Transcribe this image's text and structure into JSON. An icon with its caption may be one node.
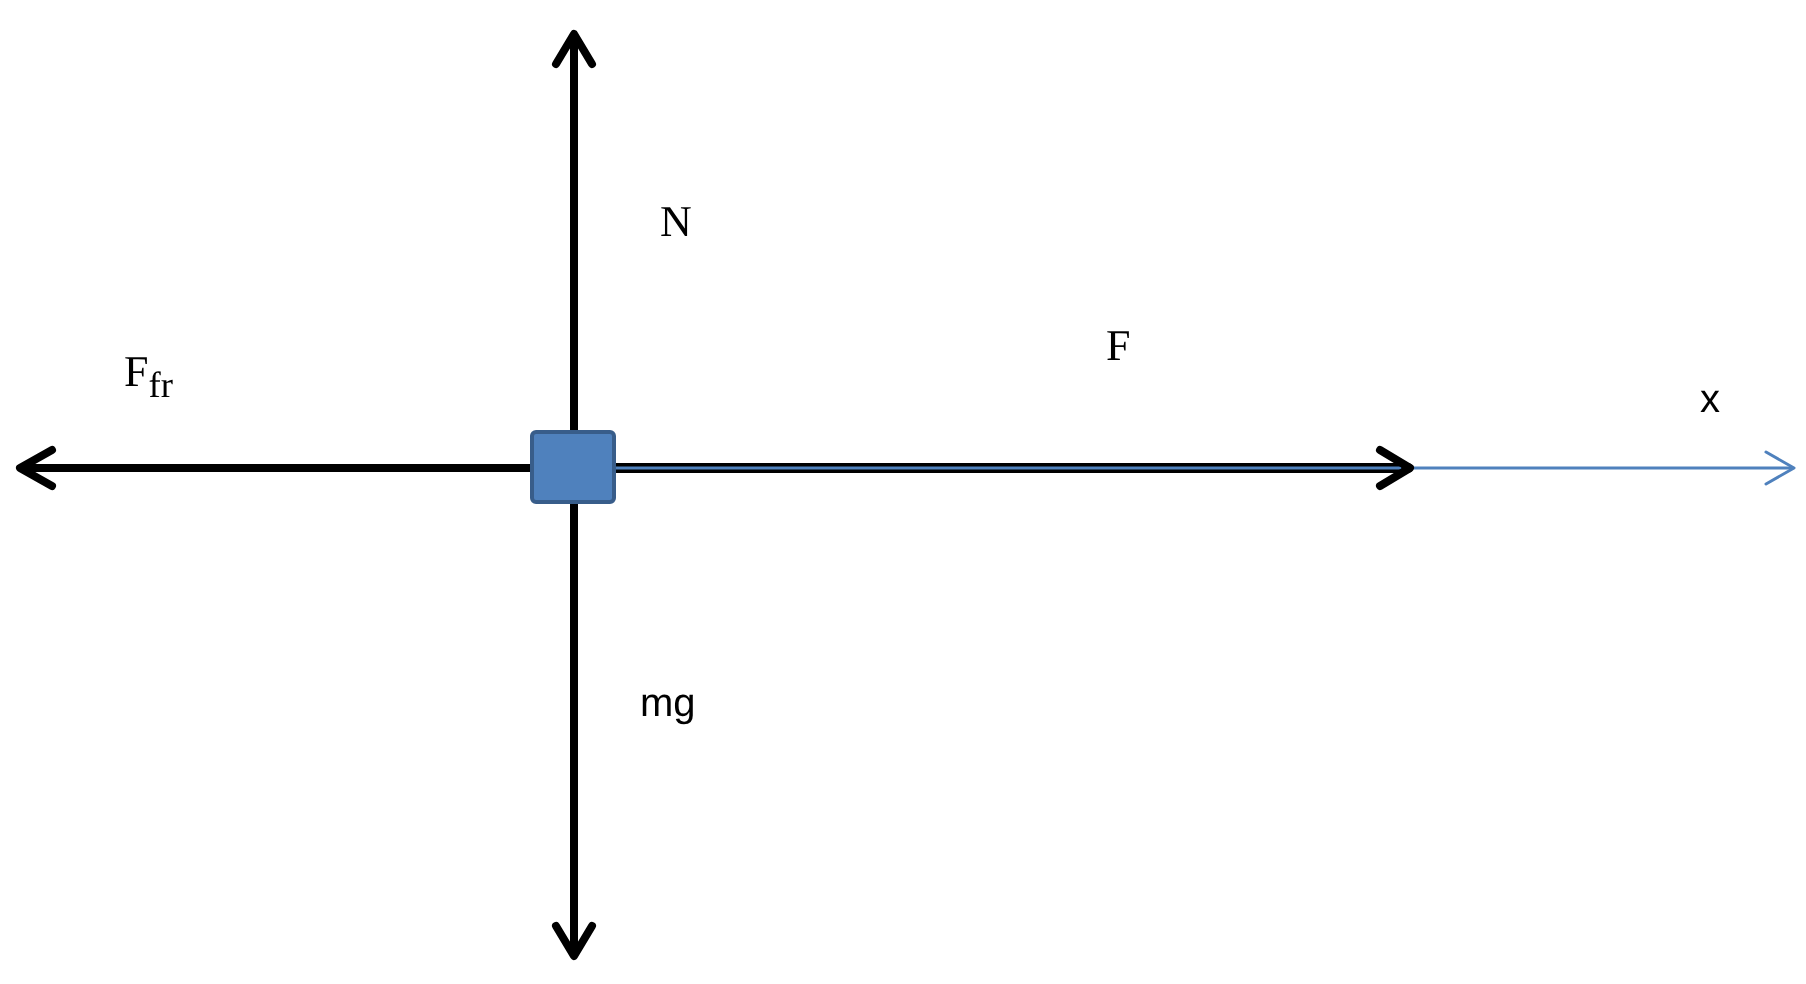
{
  "diagram": {
    "nodes": [
      {
        "text": [],
        "shape": "box"
      }
    ],
    "labels": [
      "N",
      "F$_{fr}$",
      "F",
      "x",
      "mg"
    ]
  }
}
